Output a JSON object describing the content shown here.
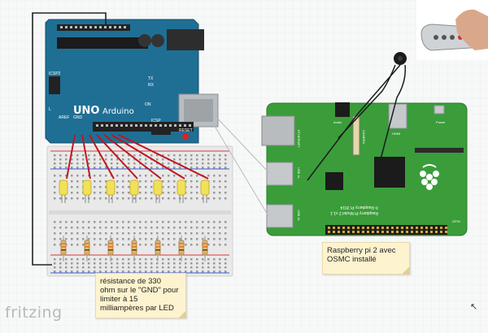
{
  "app": {
    "watermark": "fritzing"
  },
  "colors": {
    "canvas_grid": "#e6e9ec",
    "arduino_board": "#1f6f95",
    "raspberry_board": "#3a9d3a",
    "breadboard": "#e9e9e9",
    "led_yellow": "#f1e05a",
    "wire_red": "#c0161e",
    "wire_black": "#222222",
    "note_bg": "#fdf3cf"
  },
  "arduino": {
    "logo_text": "UNO",
    "brand": "Arduino",
    "pin_labels": {
      "tx": "TX",
      "rx": "RX",
      "l": "L",
      "on": "ON",
      "icsp": "ICSP",
      "icsp2": "ICSP2",
      "reset": "RESET",
      "aref": "AREF",
      "gnd": "GND"
    }
  },
  "raspberry_pi": {
    "model_text": "Raspberry Pi Model 2 v1.1",
    "copyright_text": "© Raspberry Pi 2014",
    "labels": {
      "hdmi": "HDMI",
      "power": "Power",
      "ethernet": "ETHERNET",
      "usb1": "USB 2x",
      "usb2": "USB 2x",
      "gpio": "GPIO",
      "camera": "CAMERA",
      "audio": "Audio"
    }
  },
  "notes": {
    "resistor_note": [
      "résistance de 330",
      "ohm sur le \"GND\" pour",
      "limiter à 15",
      "milliampères par LED"
    ],
    "rpi_note": [
      "Raspberry pi 2 avec",
      "OSMC installé"
    ]
  },
  "circuit": {
    "led_count": 7,
    "resistor_count": 7
  }
}
